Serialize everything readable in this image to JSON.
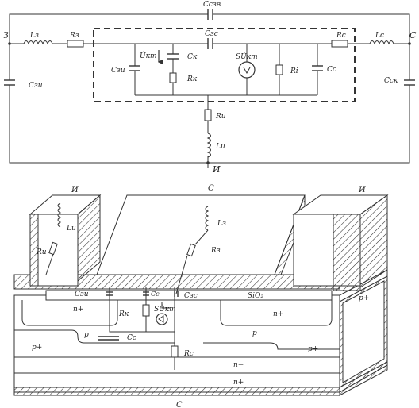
{
  "circuit": {
    "terminals": {
      "gate": "З",
      "drain": "С",
      "source": "И"
    },
    "labels": {
      "csz": "Cсзв",
      "lz": "Lз",
      "rz": "Rз",
      "csi_ext": "Cзи",
      "szc": "Cзс",
      "ukt": "U̇кт",
      "ck": "Cк",
      "csi_int": "Cзи",
      "rk": "Rк",
      "sukt": "SU̇кт",
      "ri": "Ri",
      "cc": "Cс",
      "rc": "Rс",
      "lc": "Lс",
      "csk": "Cск",
      "ri_src": "Rи",
      "li_src": "Lи"
    }
  },
  "structure": {
    "terminals": {
      "source_left": "И",
      "drain_top": "С",
      "source_right": "И",
      "bottom": "С"
    },
    "labels": {
      "li": "Lи",
      "ri": "Rи",
      "lz": "Lз",
      "rz": "Rз",
      "csi": "Cзи",
      "cc_top": "Cс",
      "czc": "Cзс",
      "sio2": "SiO₂",
      "n_plus_left": "n+",
      "n_plus_right": "n+",
      "rk": "Rк",
      "sukt": "SU̇кт",
      "cc": "Cс",
      "p_left": "p",
      "p_right": "p",
      "p_plus_left": "p+",
      "p_plus_right": "p+",
      "p_plus_corner": "p+",
      "rc": "Rс",
      "n_minus": "n−",
      "n_plus_bottom": "n+"
    }
  }
}
